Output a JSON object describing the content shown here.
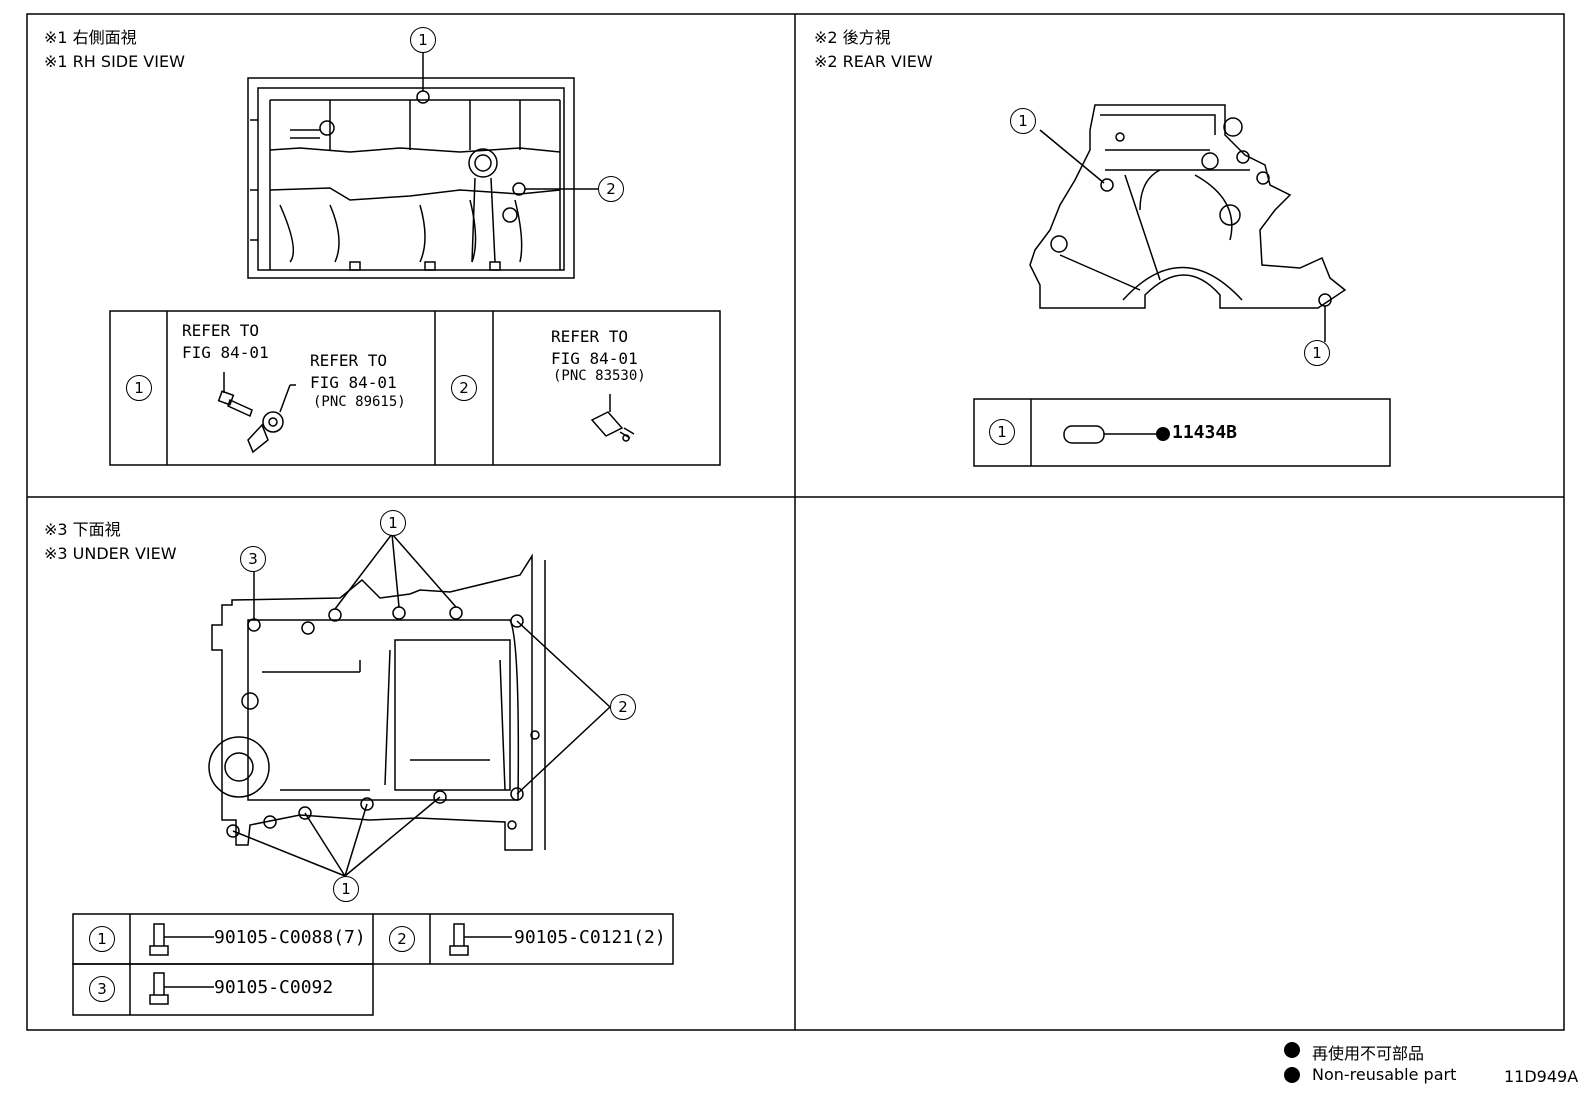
{
  "views": {
    "rh_side": {
      "title_jp": "※1 右側面視",
      "title_en": "※1 RH SIDE VIEW"
    },
    "rear": {
      "title_jp": "※2 後方視",
      "title_en": "※2 REAR VIEW"
    },
    "under": {
      "title_jp": "※3 下面視",
      "title_en": "※3 UNDER VIEW"
    }
  },
  "callouts": {
    "c1": "1",
    "c2": "2",
    "c3": "3"
  },
  "rh_table": {
    "refer_a": "REFER TO\nFIG 84-01",
    "refer_b": "REFER TO\nFIG 84-01",
    "pnc_b": "(PNC 89615)",
    "refer_c": "REFER TO\nFIG 84-01",
    "pnc_c": "(PNC 83530)"
  },
  "rear_table": {
    "part1": "11434B"
  },
  "under_table": {
    "part1": "90105-C0088(7)",
    "part2": "90105-C0121(2)",
    "part3": "90105-C0092"
  },
  "legend": {
    "jp": "再使用不可部品",
    "en": "Non-reusable part"
  },
  "figure_code": "11D949A"
}
